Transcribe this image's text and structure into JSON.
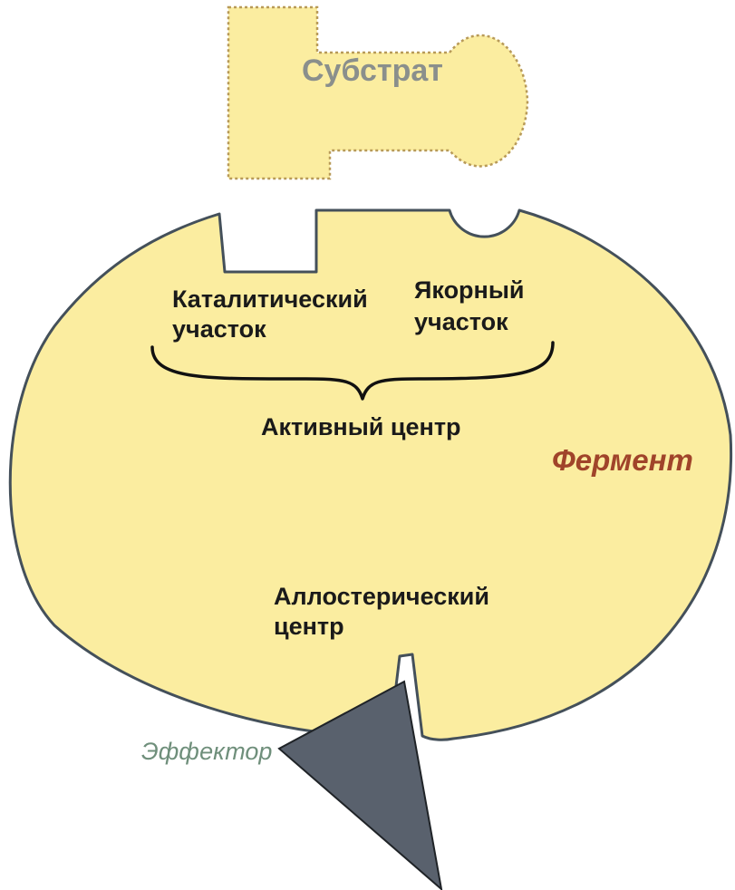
{
  "colors": {
    "background": "#ffffff",
    "shape_fill": "#fbeda0",
    "outline": "#44505a",
    "effector_fill": "#59616d",
    "enzyme_text": "#a0442a",
    "substrate_text": "#8a8f8c",
    "effector_text": "#6f8f7b"
  },
  "labels": {
    "substrate": "Субстрат",
    "catalytic_line1": "Каталитический",
    "catalytic_line2": "участок",
    "anchor_line1": "Якорный",
    "anchor_line2": "участок",
    "active_center": "Активный центр",
    "enzyme": "Фермент",
    "allosteric_line1": "Аллостерический",
    "allosteric_line2": "центр",
    "effector": "Эффектор"
  }
}
